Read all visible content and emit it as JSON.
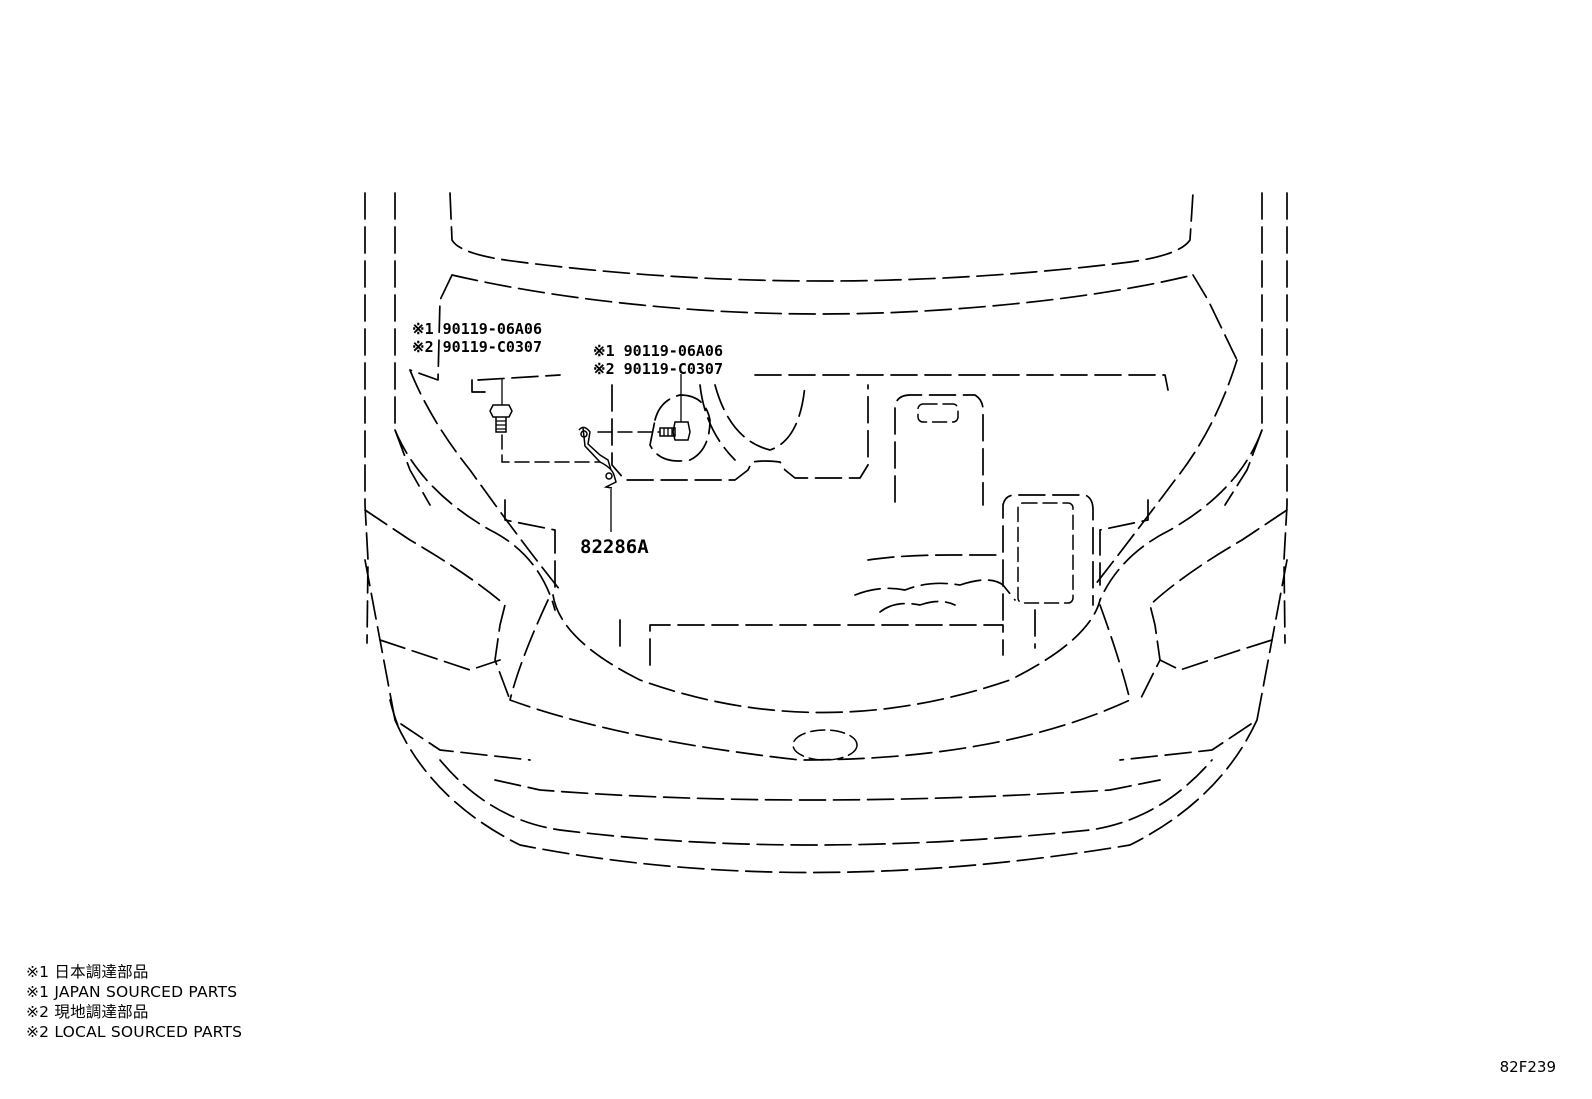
{
  "callouts": {
    "left_jp": "※1 90119-06A06",
    "left_local": "※2 90119-C0307",
    "right_jp": "※1 90119-06A06",
    "right_local": "※2 90119-C0307",
    "part": "82286A"
  },
  "legend": [
    "※1 日本調達部品",
    "※1 JAPAN SOURCED PARTS",
    "※2 現地調達部品",
    "※2 LOCAL SOURCED PARTS"
  ],
  "figure_code": "82F239"
}
